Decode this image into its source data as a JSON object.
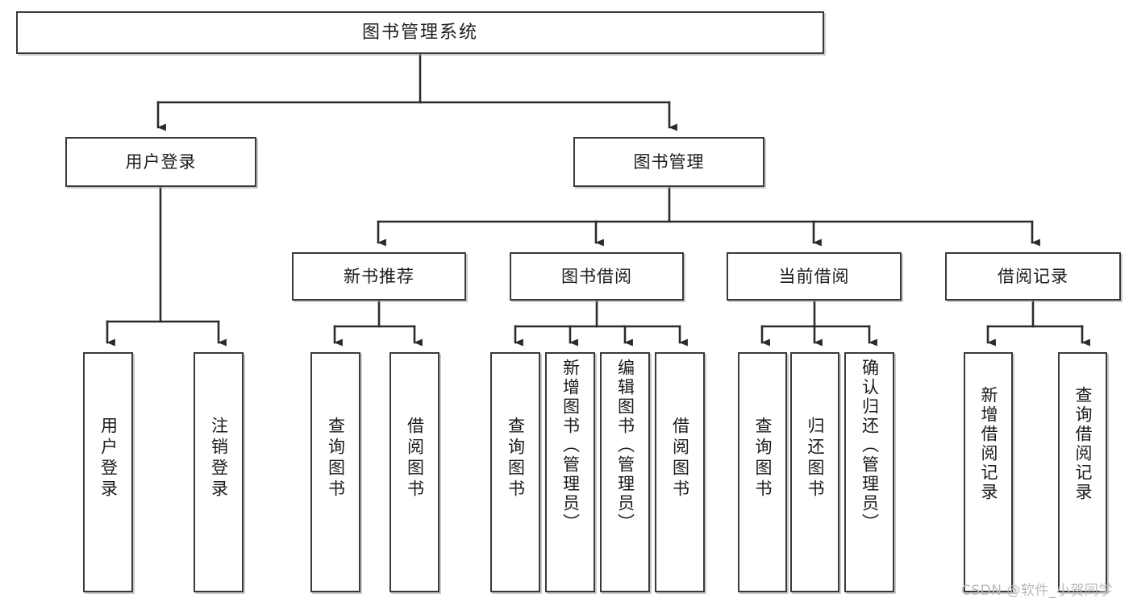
{
  "diagram": {
    "title": "图书管理系统",
    "type": "tree",
    "orientation": "top-down",
    "colors": {
      "box_border": "#3a3a3a",
      "box_fill": "#ffffff",
      "connector": "#2b2b2b",
      "text": "#1b1b1b",
      "watermark": "#b9b9b9",
      "background": "#ffffff"
    }
  },
  "nodes": {
    "root": {
      "label": "图书管理系统",
      "level": 0
    },
    "level1": [
      {
        "id": "user-login",
        "label": "用户登录"
      },
      {
        "id": "book-manage",
        "label": "图书管理"
      }
    ],
    "level2": [
      {
        "id": "new-book-recommend",
        "label": "新书推荐",
        "parent": "book-manage"
      },
      {
        "id": "book-borrow",
        "label": "图书借阅",
        "parent": "book-manage"
      },
      {
        "id": "current-borrow",
        "label": "当前借阅",
        "parent": "book-manage"
      },
      {
        "id": "borrow-record",
        "label": "借阅记录",
        "parent": "book-manage"
      }
    ],
    "leaves": {
      "user-login": [
        {
          "id": "leaf-user-login",
          "label": "用户登录"
        },
        {
          "id": "leaf-logout",
          "label": "注销登录"
        }
      ],
      "new-book-recommend": [
        {
          "id": "leaf-query-book-1",
          "label": "查询图书"
        },
        {
          "id": "leaf-borrow-book-1",
          "label": "借阅图书"
        }
      ],
      "book-borrow": [
        {
          "id": "leaf-query-book-2",
          "label": "查询图书"
        },
        {
          "id": "leaf-add-book",
          "label": "新增图书（管理员）"
        },
        {
          "id": "leaf-edit-book",
          "label": "编辑图书（管理员）"
        },
        {
          "id": "leaf-borrow-book-2",
          "label": "借阅图书"
        }
      ],
      "current-borrow": [
        {
          "id": "leaf-query-book-3",
          "label": "查询图书"
        },
        {
          "id": "leaf-return-book",
          "label": "归还图书"
        },
        {
          "id": "leaf-confirm-return",
          "label": "确认归还（管理员）"
        }
      ],
      "borrow-record": [
        {
          "id": "leaf-add-record",
          "label": "新增借阅记录"
        },
        {
          "id": "leaf-query-record",
          "label": "查询借阅记录"
        }
      ]
    }
  },
  "watermark": {
    "text": "CSDN @软件_小贺同学"
  }
}
